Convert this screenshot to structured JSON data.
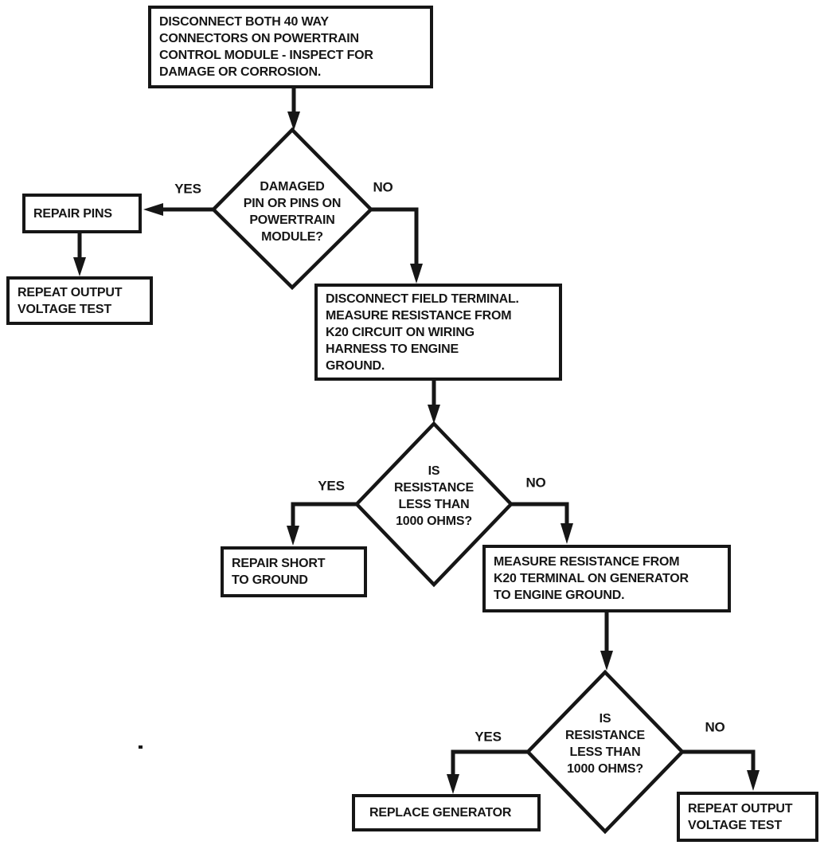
{
  "theme": {
    "ink": "#161616",
    "paper": "#ffffff"
  },
  "flowchart": {
    "nodes": {
      "start": {
        "type": "process",
        "text": "DISCONNECT BOTH 40 WAY\nCONNECTORS ON POWERTRAIN\nCONTROL MODULE - INSPECT FOR\nDAMAGE OR CORROSION."
      },
      "decision1": {
        "type": "decision",
        "text": "DAMAGED\nPIN OR PINS ON\nPOWERTRAIN\nMODULE?"
      },
      "repair_pins": {
        "type": "process",
        "text": "REPAIR PINS"
      },
      "repeat_output_a": {
        "type": "process",
        "text": "REPEAT OUTPUT\nVOLTAGE TEST"
      },
      "disconnect_field": {
        "type": "process",
        "text": "DISCONNECT FIELD TERMINAL.\nMEASURE RESISTANCE FROM\nK20 CIRCUIT ON WIRING\nHARNESS TO ENGINE\nGROUND."
      },
      "decision2": {
        "type": "decision",
        "text": "IS\nRESISTANCE\nLESS THAN\n1000 OHMS?"
      },
      "repair_short": {
        "type": "process",
        "text": "REPAIR SHORT\nTO GROUND"
      },
      "measure_k20": {
        "type": "process",
        "text": "MEASURE RESISTANCE FROM\nK20 TERMINAL ON GENERATOR\nTO ENGINE GROUND."
      },
      "decision3": {
        "type": "decision",
        "text": "IS\nRESISTANCE\nLESS THAN\n1000 OHMS?"
      },
      "replace_generator": {
        "type": "process",
        "text": "REPLACE GENERATOR"
      },
      "repeat_output_b": {
        "type": "process",
        "text": "REPEAT OUTPUT\nVOLTAGE TEST"
      }
    },
    "edges": {
      "d1_yes": "YES",
      "d1_no": "NO",
      "d2_yes": "YES",
      "d2_no": "NO",
      "d3_yes": "YES",
      "d3_no": "NO"
    }
  }
}
